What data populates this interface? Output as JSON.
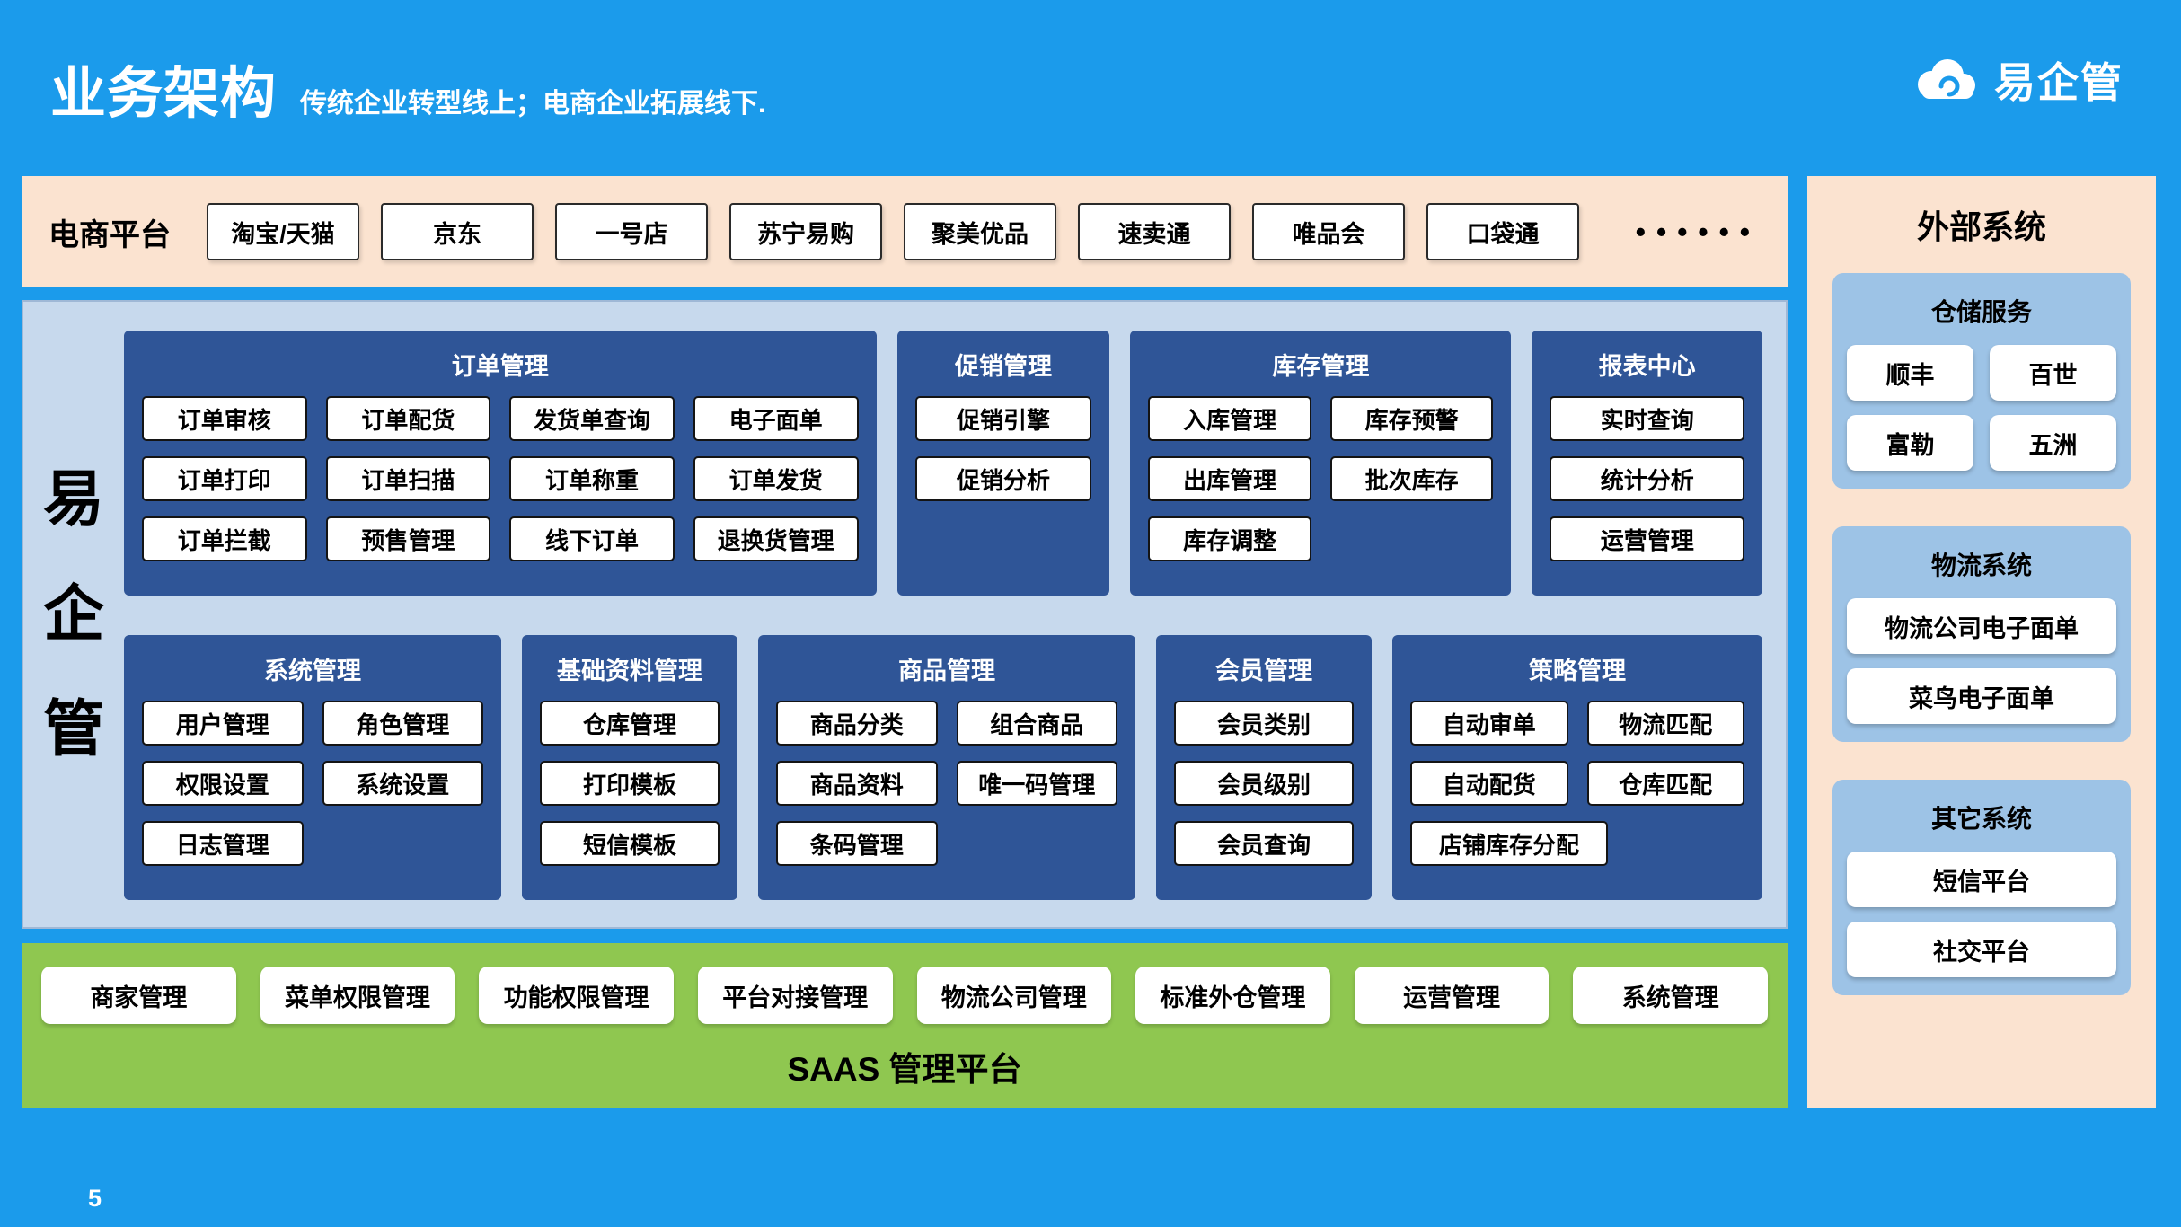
{
  "page": {
    "title": "业务架构",
    "subtitle": "传统企业转型线上；电商企业拓展线下.",
    "page_number": "5"
  },
  "logo": {
    "text": "易企管",
    "icon": "cloud-icon"
  },
  "colors": {
    "background": "#1B9BEB",
    "band_peach": "#FBE3D0",
    "main_light_blue": "#C7D9ED",
    "panel_dark_blue": "#2F5597",
    "saas_green": "#8FC750",
    "external_section_blue": "#9DC3E6"
  },
  "ecommerce_band": {
    "label": "电商平台",
    "platforms": [
      "淘宝/天猫",
      "京东",
      "一号店",
      "苏宁易购",
      "聚美优品",
      "速卖通",
      "唯品会",
      "口袋通"
    ],
    "ellipsis": "••••••"
  },
  "brand": {
    "vertical_chars": [
      "易",
      "企",
      "管"
    ]
  },
  "module_rows": [
    {
      "panels": [
        {
          "id": "order",
          "title": "订单管理",
          "flex": "4.05",
          "columns": 4,
          "items": [
            "订单审核",
            "订单配货",
            "发货单查询",
            "电子面单",
            "订单打印",
            "订单扫描",
            "订单称重",
            "订单发货",
            "订单拦截",
            "预售管理",
            "线下订单",
            "退换货管理"
          ]
        },
        {
          "id": "promotion",
          "title": "促销管理",
          "flex": "1",
          "columns": 1,
          "items": [
            "促销引擎",
            "促销分析"
          ]
        },
        {
          "id": "inventory",
          "title": "库存管理",
          "flex": "1.95",
          "columns": 2,
          "items": [
            "入库管理",
            "库存预警",
            "出库管理",
            "批次库存",
            "库存调整"
          ]
        },
        {
          "id": "report",
          "title": "报表中心",
          "flex": "1.1",
          "columns": 1,
          "items": [
            "实时查询",
            "统计分析",
            "运营管理"
          ]
        }
      ]
    },
    {
      "panels": [
        {
          "id": "system",
          "title": "系统管理",
          "flex": "1.9",
          "columns": 2,
          "items": [
            "用户管理",
            "角色管理",
            "权限设置",
            "系统设置",
            "日志管理"
          ]
        },
        {
          "id": "base-data",
          "title": "基础资料管理",
          "flex": "1",
          "columns": 1,
          "items": [
            "仓库管理",
            "打印模板",
            "短信模板"
          ]
        },
        {
          "id": "product",
          "title": "商品管理",
          "flex": "1.9",
          "columns": 2,
          "items": [
            "商品分类",
            "组合商品",
            "商品资料",
            "唯一码管理",
            "条码管理"
          ]
        },
        {
          "id": "member",
          "title": "会员管理",
          "flex": "1",
          "columns": 1,
          "items": [
            "会员类别",
            "会员级别",
            "会员查询"
          ]
        },
        {
          "id": "strategy",
          "title": "策略管理",
          "flex": "1.86",
          "columns": 2,
          "items": [
            "自动审单",
            "物流匹配",
            "自动配货",
            "仓库匹配",
            {
              "label": "店铺库存分配",
              "span": 2,
              "fit": true
            }
          ]
        }
      ]
    }
  ],
  "saas_band": {
    "items": [
      "商家管理",
      "菜单权限管理",
      "功能权限管理",
      "平台对接管理",
      "物流公司管理",
      "标准外仓管理",
      "运营管理",
      "系统管理"
    ],
    "label": "SAAS 管理平台"
  },
  "external": {
    "title": "外部系统",
    "sections": [
      {
        "title": "仓储服务",
        "layout": "grid2",
        "items": [
          "顺丰",
          "百世",
          "富勒",
          "五洲"
        ]
      },
      {
        "title": "物流系统",
        "layout": "list",
        "items": [
          "物流公司电子面单",
          "菜鸟电子面单"
        ]
      },
      {
        "title": "其它系统",
        "layout": "list",
        "items": [
          "短信平台",
          "社交平台"
        ]
      }
    ]
  }
}
